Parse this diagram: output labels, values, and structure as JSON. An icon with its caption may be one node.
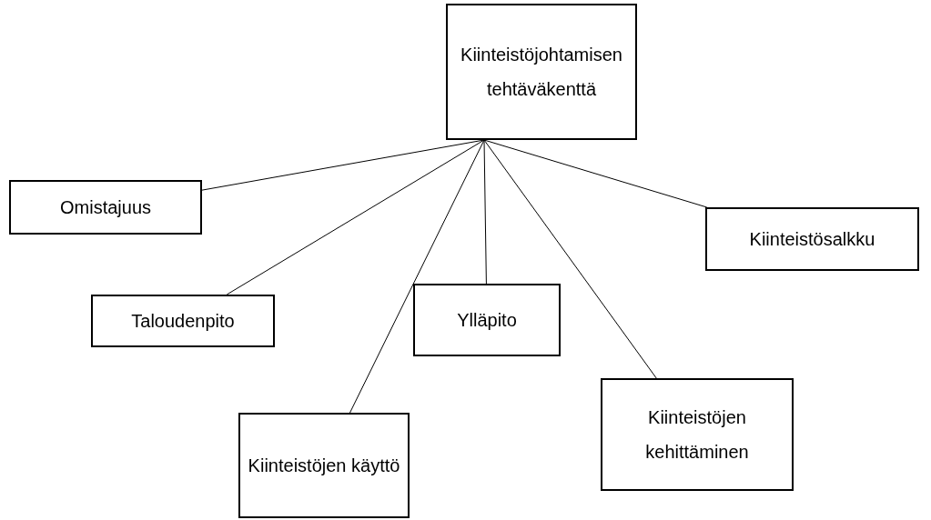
{
  "diagram": {
    "nodes": [
      {
        "text": [
          "Kiinteistöjohtamisen tehtäväkenttä"
        ]
      },
      {
        "text": [
          "Omistajuus"
        ]
      },
      {
        "text": [
          "Taloudenpito"
        ]
      },
      {
        "text": [
          "Ylläpito"
        ]
      },
      {
        "text": [
          "Kiinteistöjen käyttö"
        ]
      },
      {
        "text": [
          "Kiinteistöjen kehittäminen"
        ]
      },
      {
        "text": [
          "Kiinteistösalkku"
        ]
      }
    ],
    "edges": [
      {
        "from": 0,
        "to": 1,
        "arrow": "none"
      },
      {
        "from": 0,
        "to": 2,
        "arrow": "none"
      },
      {
        "from": 0,
        "to": 4,
        "arrow": "none"
      },
      {
        "from": 0,
        "to": 3,
        "arrow": "none"
      },
      {
        "from": 0,
        "to": 5,
        "arrow": "none"
      },
      {
        "from": 0,
        "to": 6,
        "arrow": "none"
      }
    ]
  }
}
